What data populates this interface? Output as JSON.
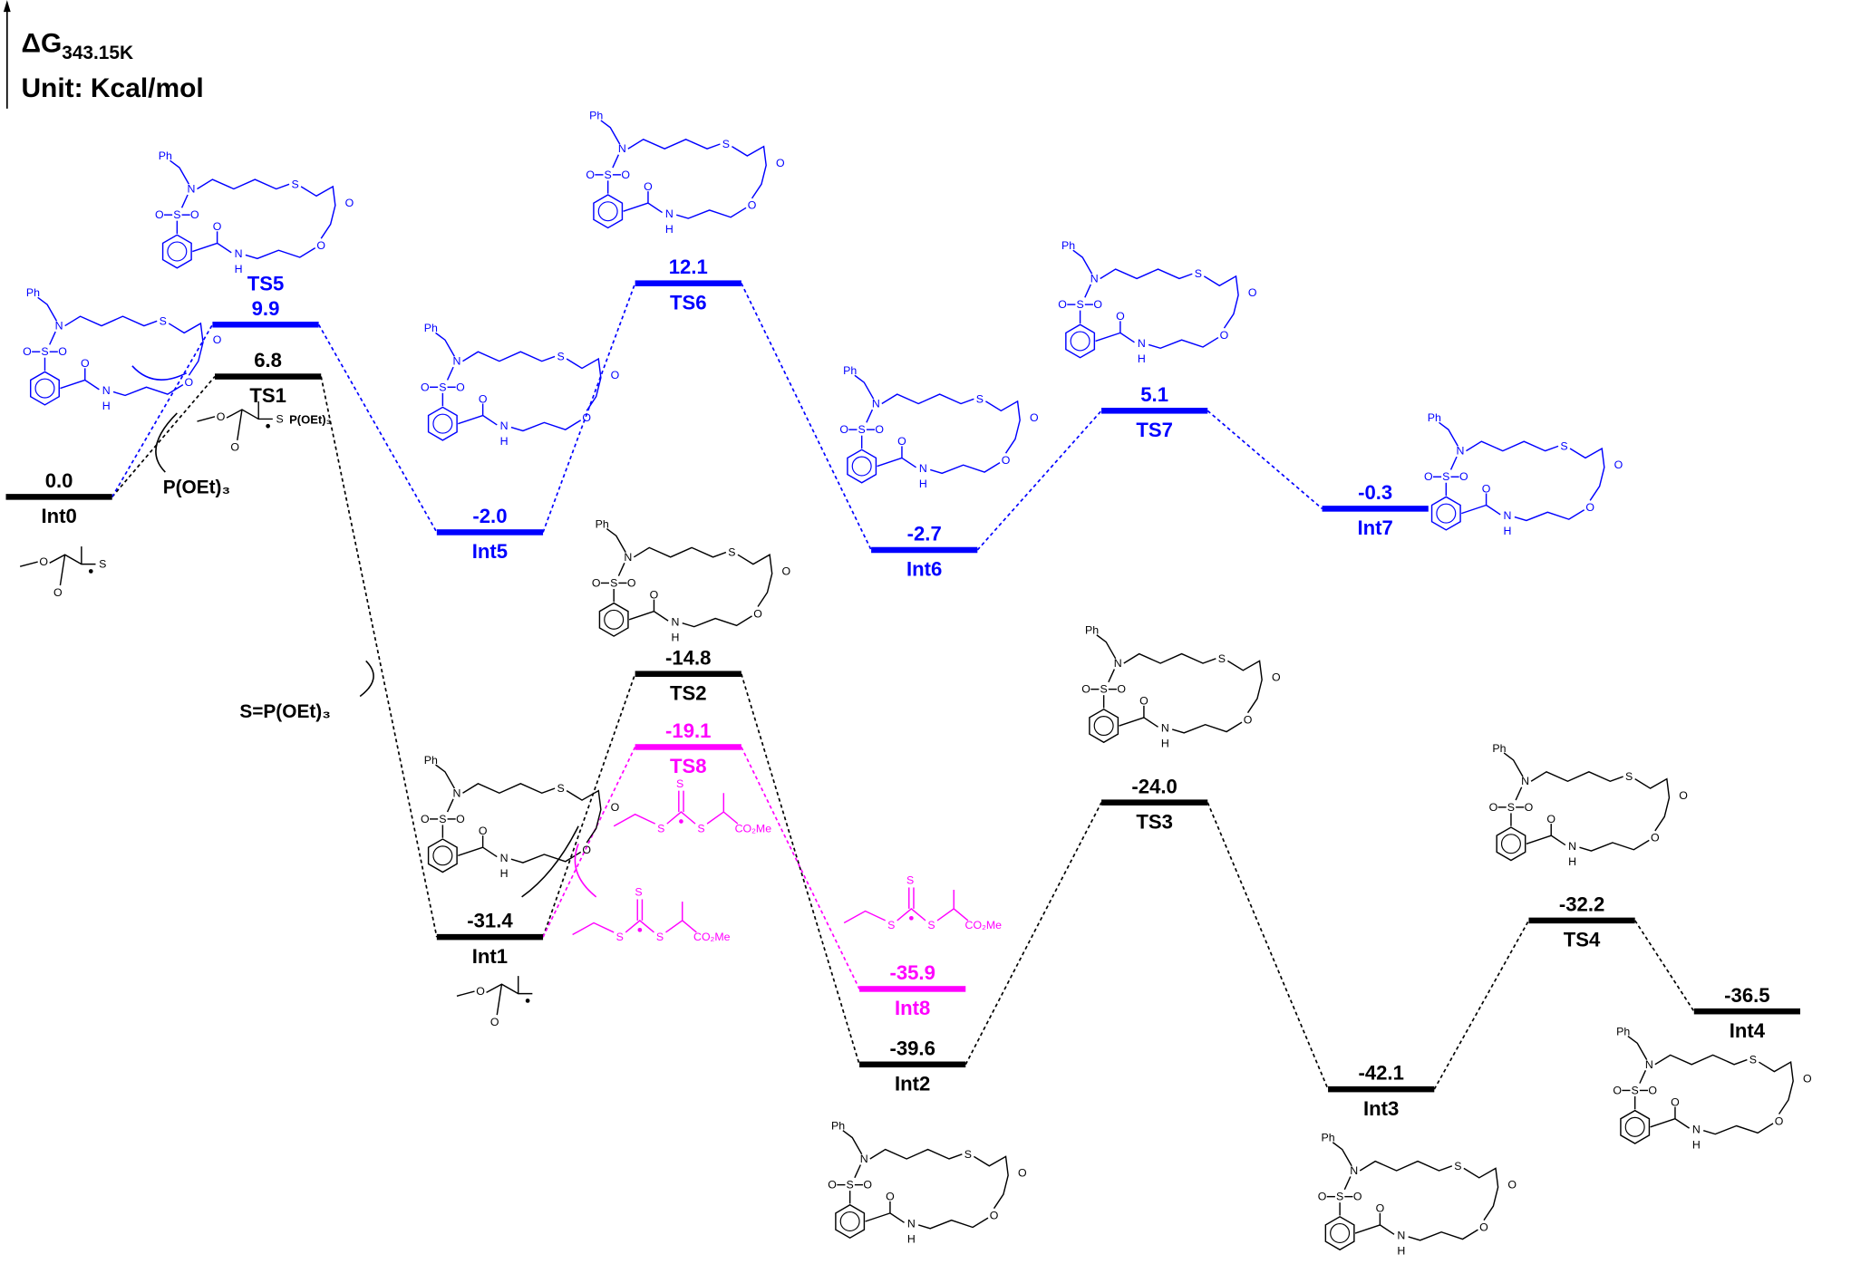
{
  "header": {
    "delta_g": "ΔG",
    "temperature": "343.15K",
    "unit": "Unit: Kcal/mol"
  },
  "colors": {
    "black": "#000000",
    "blue": "#0000ff",
    "magenta": "#ff00ff"
  },
  "levels": [
    {
      "name": "Int0",
      "value": "0.0",
      "color": "black"
    },
    {
      "name": "TS1",
      "value": "6.8",
      "color": "black"
    },
    {
      "name": "TS5",
      "value": "9.9",
      "color": "blue"
    },
    {
      "name": "Int5",
      "value": "-2.0",
      "color": "blue"
    },
    {
      "name": "TS6",
      "value": "12.1",
      "color": "blue"
    },
    {
      "name": "Int6",
      "value": "-2.7",
      "color": "blue"
    },
    {
      "name": "TS7",
      "value": "5.1",
      "color": "blue"
    },
    {
      "name": "Int7",
      "value": "-0.3",
      "color": "blue"
    },
    {
      "name": "Int1",
      "value": "-31.4",
      "color": "black"
    },
    {
      "name": "TS2",
      "value": "-14.8",
      "color": "black"
    },
    {
      "name": "TS8",
      "value": "-19.1",
      "color": "magenta"
    },
    {
      "name": "Int8",
      "value": "-35.9",
      "color": "magenta"
    },
    {
      "name": "Int2",
      "value": "-39.6",
      "color": "black"
    },
    {
      "name": "TS3",
      "value": "-24.0",
      "color": "black"
    },
    {
      "name": "Int3",
      "value": "-42.1",
      "color": "black"
    },
    {
      "name": "TS4",
      "value": "-32.2",
      "color": "black"
    },
    {
      "name": "Int4",
      "value": "-36.5",
      "color": "black"
    }
  ],
  "connections": [
    {
      "from": "Int0",
      "to": "TS1",
      "color": "black"
    },
    {
      "from": "TS1",
      "to": "Int1",
      "color": "black"
    },
    {
      "from": "Int1",
      "to": "TS2",
      "color": "black"
    },
    {
      "from": "TS2",
      "to": "Int2",
      "color": "black"
    },
    {
      "from": "Int2",
      "to": "TS3",
      "color": "black"
    },
    {
      "from": "TS3",
      "to": "Int3",
      "color": "black"
    },
    {
      "from": "Int3",
      "to": "TS4",
      "color": "black"
    },
    {
      "from": "TS4",
      "to": "Int4",
      "color": "black"
    },
    {
      "from": "Int0",
      "to": "TS5",
      "color": "blue"
    },
    {
      "from": "TS5",
      "to": "Int5",
      "color": "blue"
    },
    {
      "from": "Int5",
      "to": "TS6",
      "color": "blue"
    },
    {
      "from": "TS6",
      "to": "Int6",
      "color": "blue"
    },
    {
      "from": "Int6",
      "to": "TS7",
      "color": "blue"
    },
    {
      "from": "TS7",
      "to": "Int7",
      "color": "blue"
    },
    {
      "from": "Int1",
      "to": "TS8",
      "color": "magenta"
    },
    {
      "from": "TS8",
      "to": "Int8",
      "color": "magenta"
    }
  ],
  "reagents": {
    "phosphite": "P(OEt)₃",
    "thiophosphate": "S=P(OEt)₃",
    "ts1_fragment": "P(OEt)₃"
  },
  "molecules": [
    {
      "id": "substrate",
      "type": "macro",
      "color": "blue",
      "atoms": [
        "S",
        "O",
        "O",
        "N",
        "Ph",
        "S",
        "O",
        "O",
        "N",
        "H",
        "O"
      ]
    },
    {
      "id": "ts5",
      "type": "macro",
      "color": "blue",
      "atoms": [
        "S",
        "O",
        "O",
        "N",
        "Ph",
        "S",
        "O",
        "O",
        "N",
        "H",
        "O"
      ]
    },
    {
      "id": "int5",
      "type": "macro",
      "color": "blue",
      "atoms": [
        "S",
        "O",
        "O",
        "N",
        "Ph",
        "S",
        "O",
        "O",
        "N",
        "H",
        "O"
      ]
    },
    {
      "id": "ts6",
      "type": "macro",
      "color": "blue",
      "atoms": [
        "S",
        "O",
        "O",
        "N",
        "Ph",
        "S",
        "O",
        "O",
        "N",
        "H",
        "O"
      ]
    },
    {
      "id": "int6",
      "type": "macro",
      "color": "blue",
      "atoms": [
        "S",
        "O",
        "O",
        "N",
        "Ph",
        "S",
        "O",
        "O",
        "N",
        "H",
        "O"
      ]
    },
    {
      "id": "ts7",
      "type": "macro",
      "color": "blue",
      "atoms": [
        "S",
        "O",
        "O",
        "N",
        "Ph",
        "S",
        "O",
        "O",
        "N",
        "H",
        "O"
      ]
    },
    {
      "id": "int7",
      "type": "macro",
      "color": "blue",
      "atoms": [
        "S",
        "O",
        "O",
        "N",
        "Ph",
        "S",
        "O",
        "O",
        "N",
        "H",
        "O"
      ]
    },
    {
      "id": "ts2",
      "type": "macro",
      "color": "black",
      "atoms": [
        "S",
        "O",
        "O",
        "N",
        "Ph",
        "S",
        "O",
        "O",
        "N",
        "H",
        "O"
      ]
    },
    {
      "id": "int1",
      "type": "macro",
      "color": "black",
      "atoms": [
        "S",
        "O",
        "O",
        "N",
        "Ph",
        "S",
        "O",
        "O",
        "N",
        "H",
        "O"
      ]
    },
    {
      "id": "ts3",
      "type": "macro",
      "color": "black",
      "atoms": [
        "S",
        "O",
        "O",
        "N",
        "Ph",
        "S",
        "O",
        "O",
        "N",
        "H",
        "O"
      ]
    },
    {
      "id": "ts4",
      "type": "macro",
      "color": "black",
      "atoms": [
        "S",
        "O",
        "O",
        "N",
        "Ph",
        "S",
        "O",
        "O",
        "N",
        "H",
        "O"
      ]
    },
    {
      "id": "int2",
      "type": "macro",
      "color": "black",
      "atoms": [
        "S",
        "O",
        "O",
        "N",
        "Ph",
        "S",
        "O",
        "O",
        "N",
        "H",
        "O"
      ]
    },
    {
      "id": "int3",
      "type": "macro",
      "color": "black",
      "atoms": [
        "S",
        "O",
        "O",
        "N",
        "Ph",
        "S",
        "O",
        "O",
        "N",
        "H",
        "O"
      ]
    },
    {
      "id": "int4",
      "type": "macro",
      "color": "black",
      "atoms": [
        "S",
        "O",
        "O",
        "N",
        "Ph",
        "S",
        "O",
        "O",
        "N",
        "H",
        "O"
      ]
    },
    {
      "id": "thiyl-radical",
      "type": "ester",
      "color": "black",
      "atoms": [
        "O",
        "O",
        "S"
      ]
    },
    {
      "id": "ts1-fragment",
      "type": "ester",
      "color": "black",
      "atoms": [
        "O",
        "O",
        "S"
      ]
    },
    {
      "id": "alkyl-radical",
      "type": "ester",
      "color": "black",
      "atoms": [
        "O",
        "O",
        ""
      ]
    },
    {
      "id": "cta",
      "type": "trithio",
      "color": "magenta",
      "atoms": [
        "S",
        "S",
        "S",
        "CO₂Me"
      ]
    },
    {
      "id": "ts8",
      "type": "trithio",
      "color": "magenta",
      "atoms": [
        "S",
        "S",
        "S",
        "CO₂Me"
      ]
    },
    {
      "id": "int8",
      "type": "trithio",
      "color": "magenta",
      "atoms": [
        "S",
        "S",
        "S",
        "CO₂Me"
      ]
    }
  ]
}
